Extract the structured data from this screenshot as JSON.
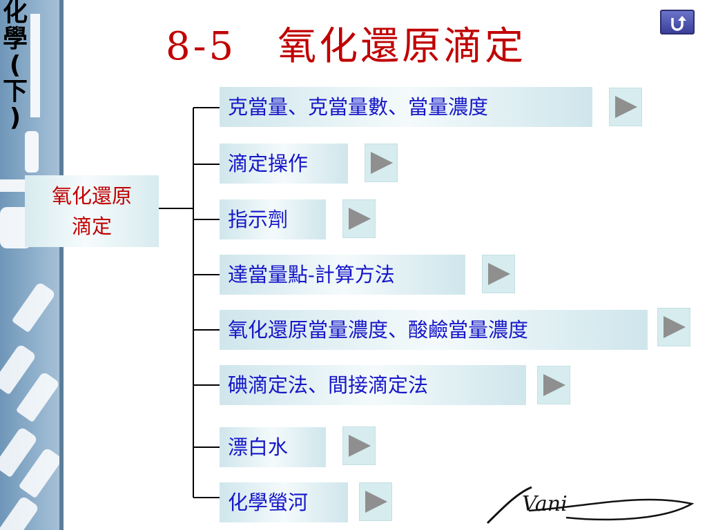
{
  "side_title": [
    "化",
    "學",
    "(",
    "下",
    ")"
  ],
  "title": "8-5　氧化還原滴定",
  "root_label_lines": [
    "氧化還原",
    "滴定"
  ],
  "items": [
    {
      "label": "克當量、克當量數、當量濃度"
    },
    {
      "label": "滴定操作"
    },
    {
      "label": "指示劑"
    },
    {
      "label": "達當量點-計算方法"
    },
    {
      "label": "氧化還原當量濃度、酸鹼當量濃度"
    },
    {
      "label": "碘滴定法、間接滴定法"
    },
    {
      "label": "漂白水"
    },
    {
      "label": "化學螢河"
    }
  ],
  "signature": "Vani",
  "colors": {
    "title": "#c00000",
    "item_text": "#1616c8",
    "box": "#d6ecef",
    "arrow": "#8f8f8f"
  },
  "icons": {
    "return": "return-icon",
    "play": "play-arrow-icon"
  }
}
